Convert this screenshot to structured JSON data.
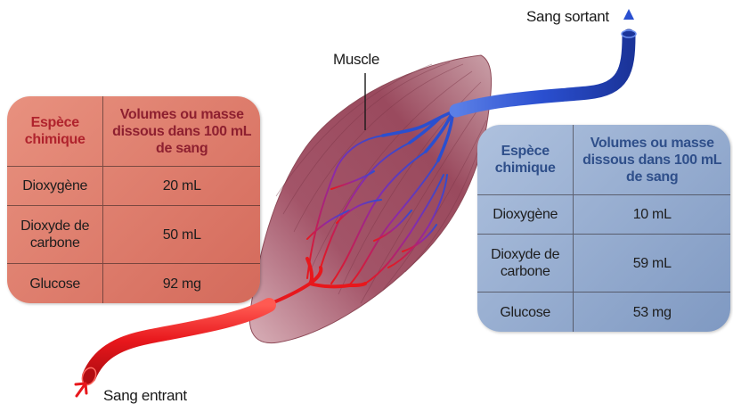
{
  "labels": {
    "muscle": "Muscle",
    "blood_in": "Sang entrant",
    "blood_out": "Sang sortant"
  },
  "incoming_table": {
    "headers": [
      "Espèce chimique",
      "Volumes ou masse dissous dans 100 mL de sang"
    ],
    "rows": [
      {
        "species": "Dioxygène",
        "value": "20 mL"
      },
      {
        "species": "Dioxyde de carbone",
        "value": "50 mL"
      },
      {
        "species": "Glucose",
        "value": "92 mg"
      }
    ]
  },
  "outgoing_table": {
    "headers": [
      "Espèce chimique",
      "Volumes ou masse dissous dans 100 mL de sang"
    ],
    "rows": [
      {
        "species": "Dioxygène",
        "value": "10 mL"
      },
      {
        "species": "Dioxyde de carbone",
        "value": "59 mL"
      },
      {
        "species": "Glucose",
        "value": "53 mg"
      }
    ]
  },
  "colors": {
    "arterial": "#e8171c",
    "venous": "#2a4fd0",
    "muscle": "#a4586a",
    "panel_left": "#d9786a",
    "panel_right": "#8ea6c9"
  }
}
